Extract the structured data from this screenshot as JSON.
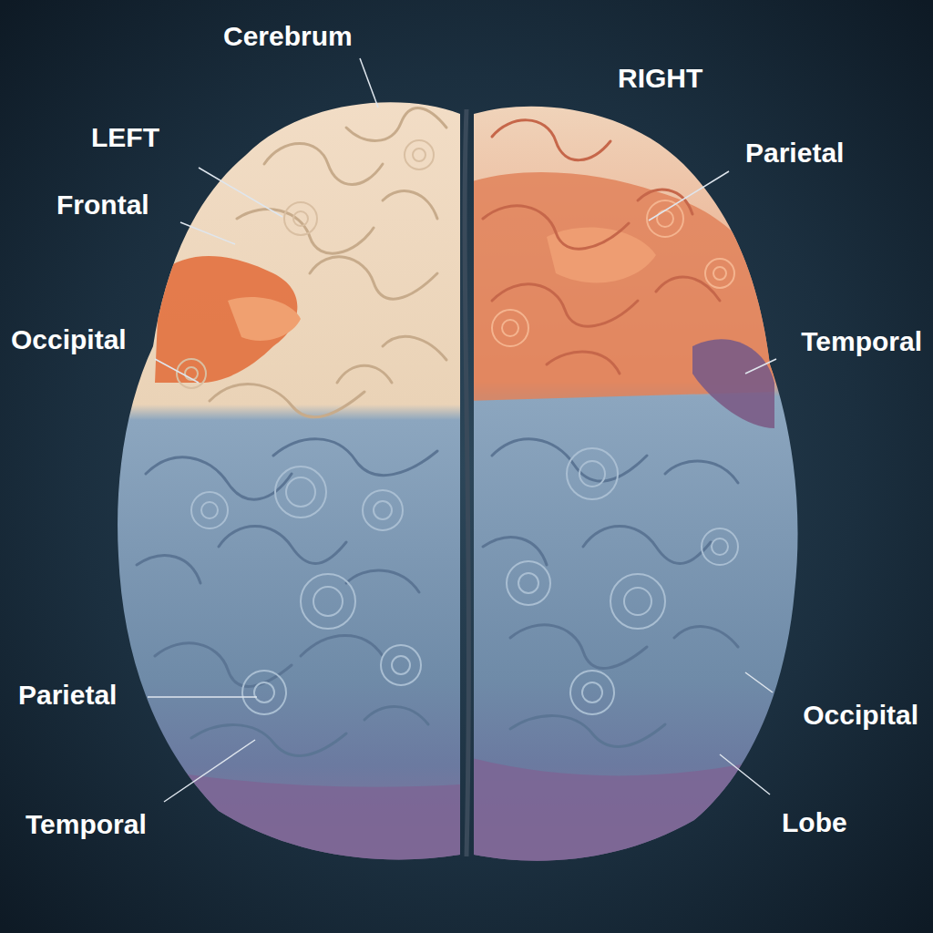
{
  "diagram": {
    "labels": [
      "Cerebrum",
      "RIGHT",
      "LEFT",
      "Parietal",
      "Frontal",
      "Occipital",
      "Temporal",
      "Parietal",
      "Occipital",
      "Temporal",
      "Lobe"
    ]
  }
}
